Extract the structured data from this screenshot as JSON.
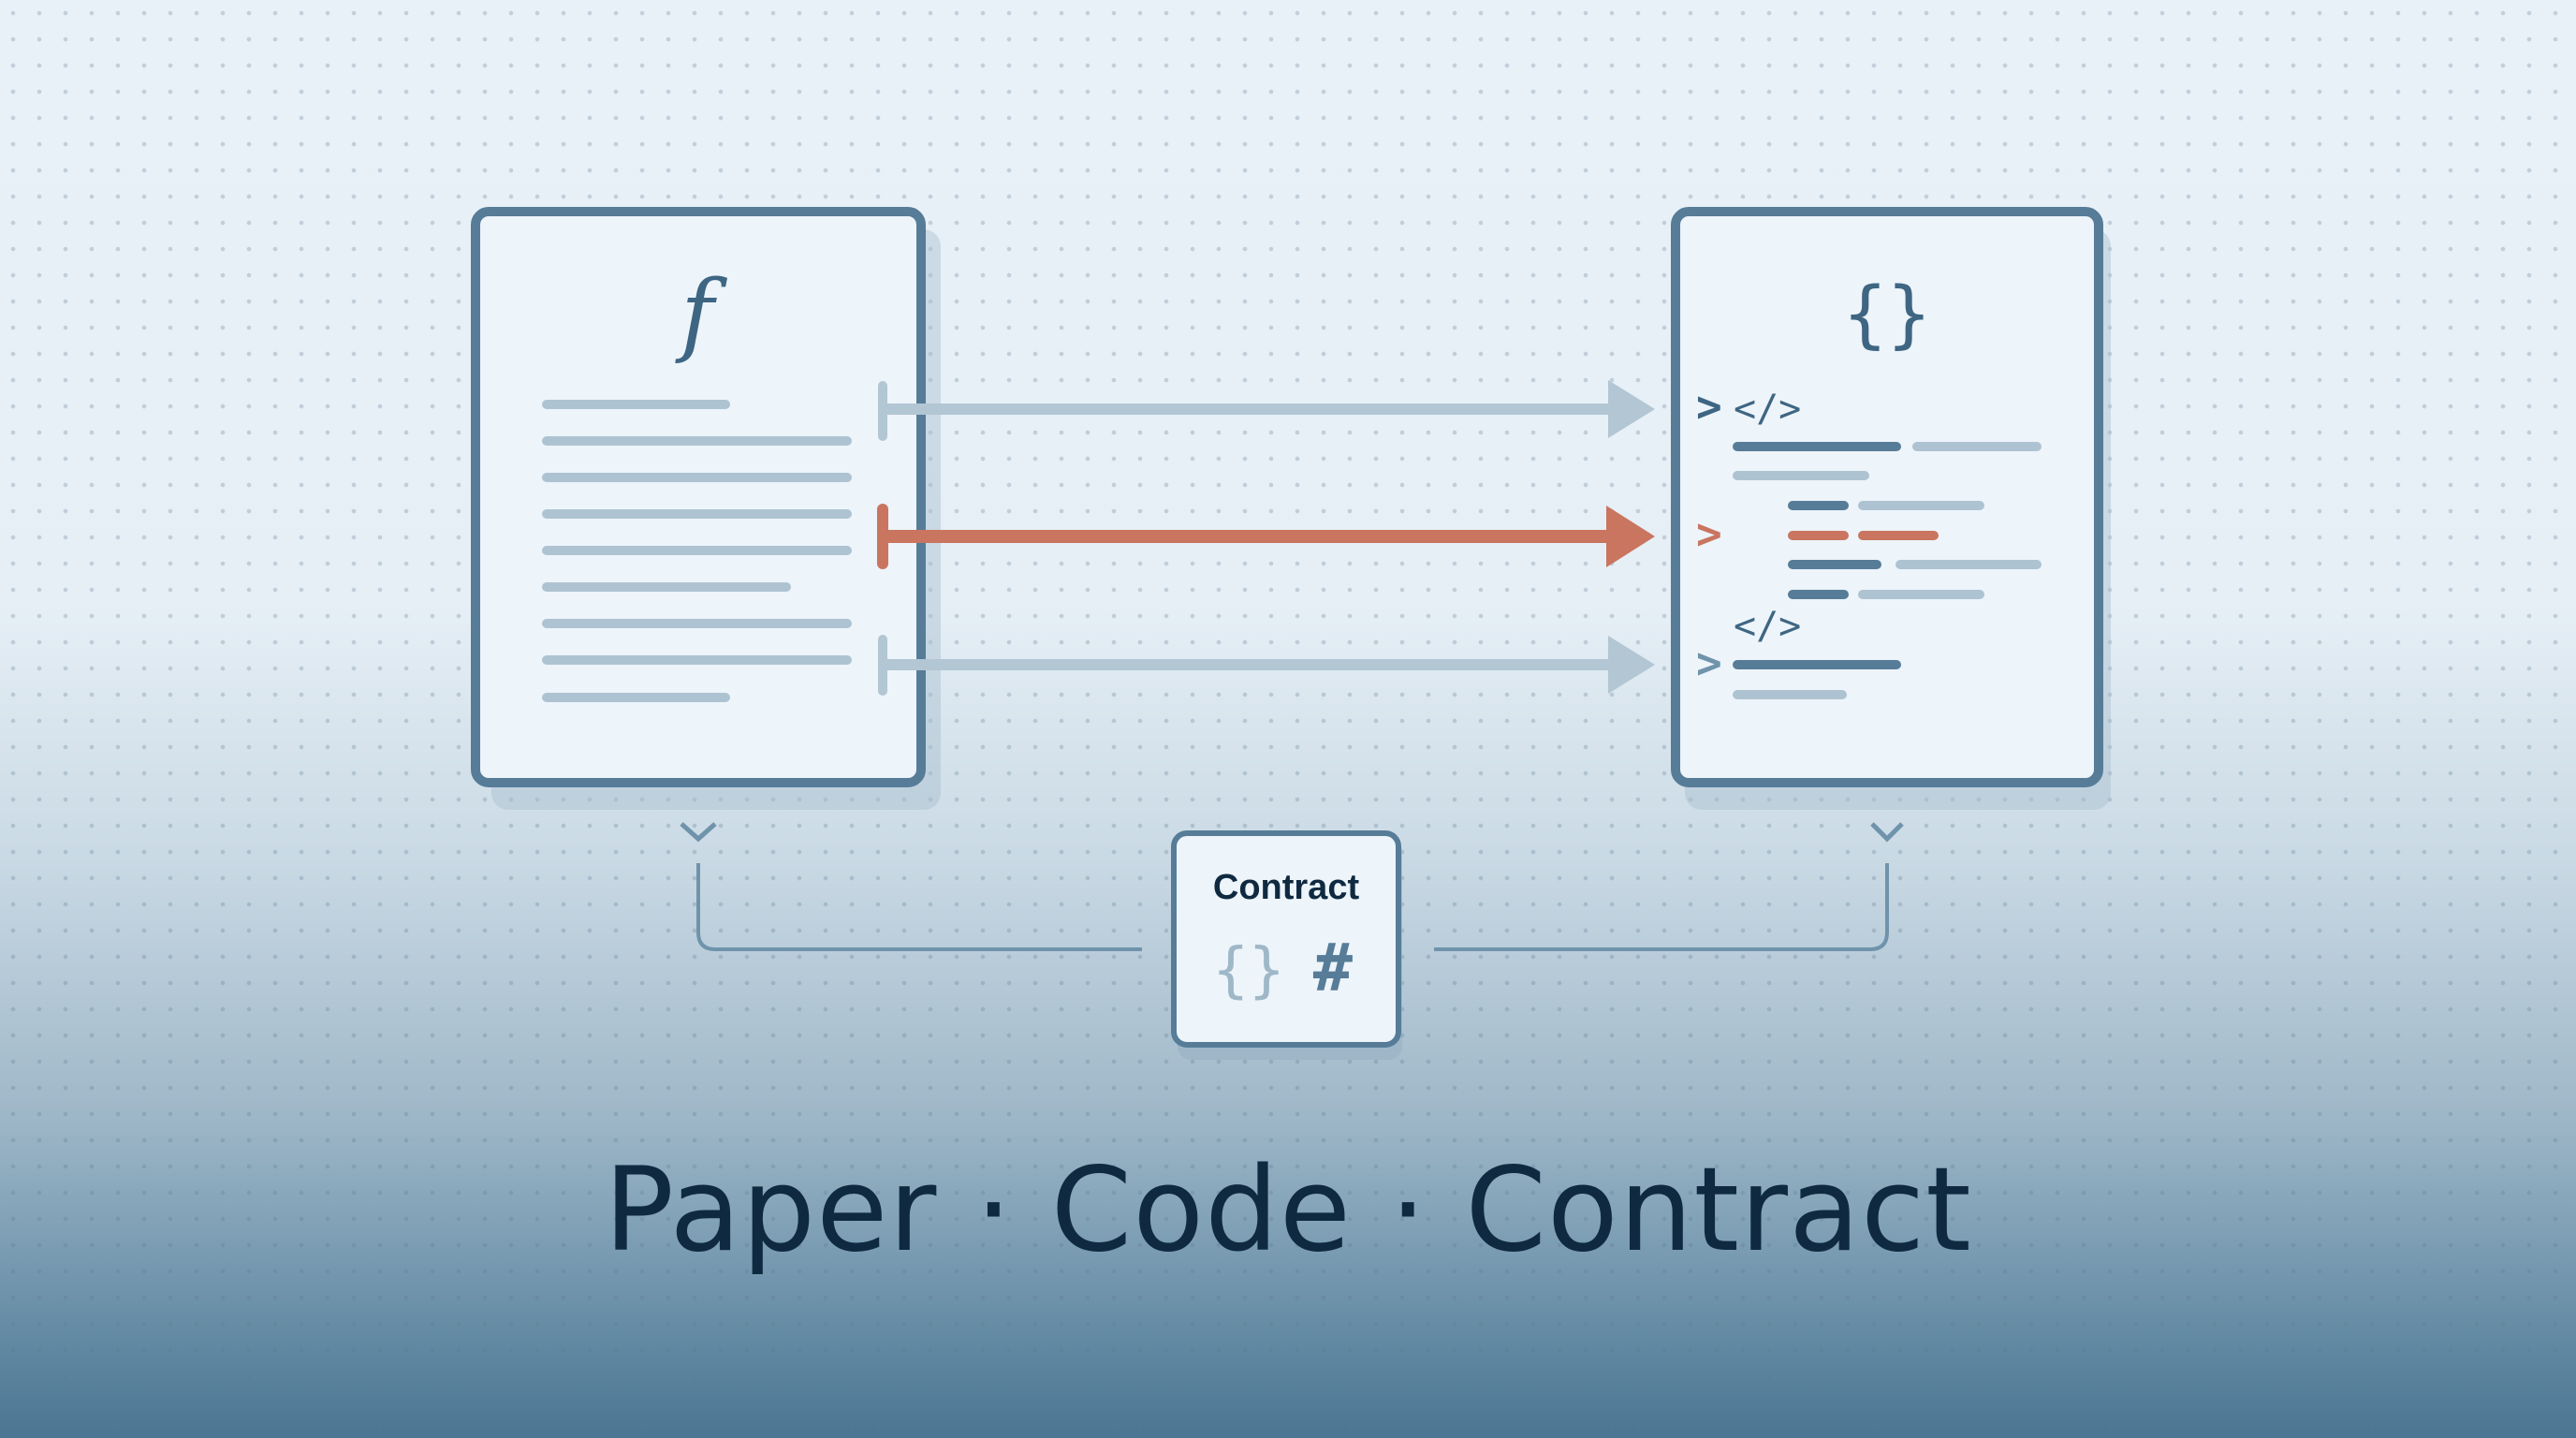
{
  "paper": {
    "symbol": "f",
    "line_count": 9
  },
  "code": {
    "symbol": "{}",
    "tag_1": "</>",
    "tag_2": "</>",
    "prompt": ">"
  },
  "contract": {
    "label": "Contract",
    "brace_icon": "{}",
    "hash_icon": "#"
  },
  "arrows": {
    "highlight_color": "#c97560",
    "muted_color": "#b2c6d3"
  },
  "colors": {
    "frame": "#567c98",
    "ink": "#0f2a40",
    "card_fill": "#edf4fa"
  },
  "title": {
    "text": "Paper · Code · Contract"
  }
}
